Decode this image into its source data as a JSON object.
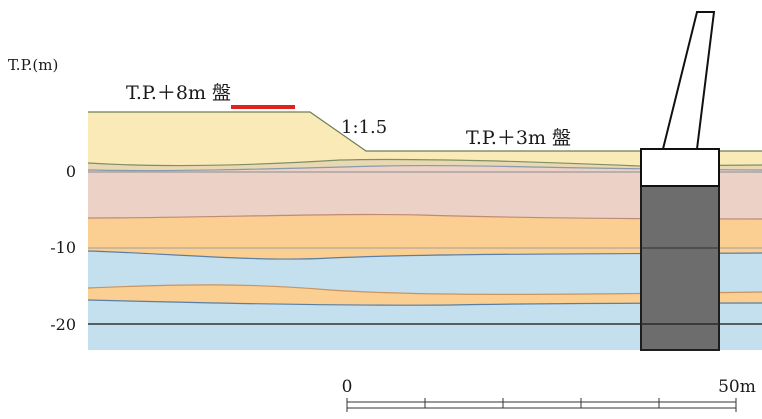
{
  "axis": {
    "unit_label": "T.P.(m)",
    "ticks": [
      "0",
      "-10",
      "-20"
    ]
  },
  "annotations": {
    "upper_platform": "T.P.＋8m 盤",
    "slope": "1:1.5",
    "lower_platform": "T.P.＋3m 盤"
  },
  "scale_bar": {
    "start_label": "0",
    "end_label": "50m"
  },
  "colors": {
    "fill_top": "#faeab8",
    "clay_pink": "#ebd1c6",
    "sand_orange": "#fbce92",
    "clay_blue": "#c4e0ee",
    "pile": "#6d6d6d",
    "marker": "#e0231f"
  }
}
